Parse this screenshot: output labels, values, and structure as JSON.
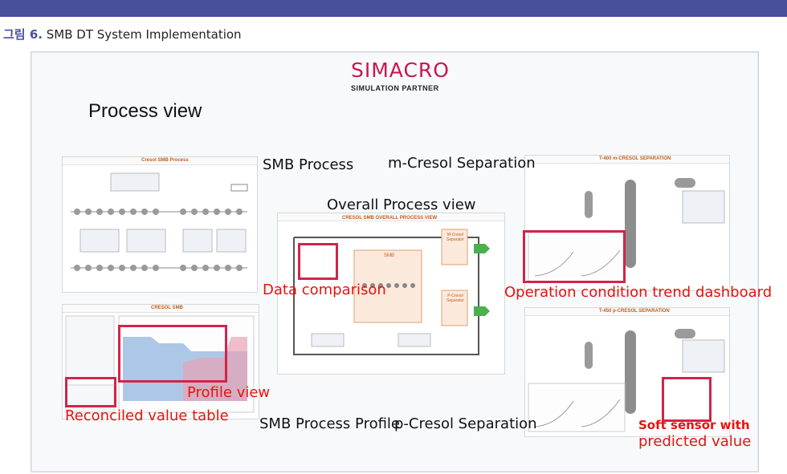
{
  "caption": {
    "label": "그림 6.",
    "text": "SMB DT System Implementation"
  },
  "slide": {
    "brand": {
      "name": "SIMACRO",
      "tagline": "SIMULATION PARTNER"
    },
    "heading": "Process view",
    "labels": {
      "smb_process": "SMB Process",
      "m_cresol": "m-Cresol Separation",
      "overall": "Overall Process view",
      "smb_profile": "SMB Process Profile",
      "p_cresol": "p-Cresol Separation"
    },
    "annotations": {
      "data_comparison": "Data comparison",
      "operation_trend": "Operation condition trend dashboard",
      "profile_view": "Profile view",
      "reconciled_table": "Reconciled value table",
      "soft_sensor_1": "Soft sensor with",
      "soft_sensor_2": "predicted value"
    },
    "thumb_titles": {
      "smb": "Cresol SMB Process",
      "overall": "CRESOL SMB OVERALL PROCESS VIEW",
      "profile": "CRESOL SMB",
      "m_sep": "T-400 m-CRESOL SEPARATION",
      "p_sep": "T-450 p-CRESOL SEPARATION",
      "smb_block": "SMB",
      "m_block": "M-Cresol Separator",
      "p_block": "P-Cresol Separator"
    },
    "colors": {
      "accent": "#4a4f9c",
      "brand": "#c8174f",
      "annotation": "#e8120e",
      "highlight": "#d0254a"
    }
  }
}
